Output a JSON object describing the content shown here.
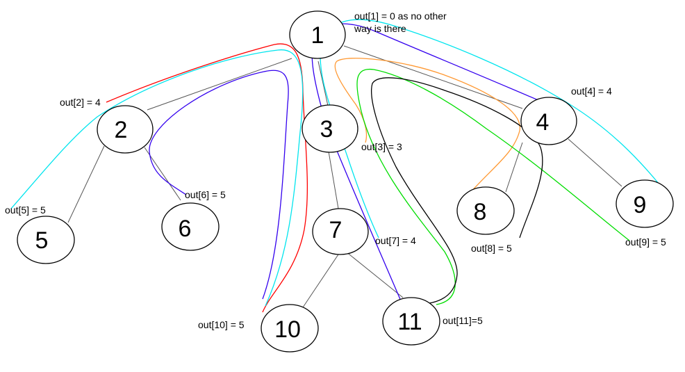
{
  "nodes": [
    {
      "id": "1",
      "label": "1"
    },
    {
      "id": "2",
      "label": "2"
    },
    {
      "id": "3",
      "label": "3"
    },
    {
      "id": "4",
      "label": "4"
    },
    {
      "id": "5",
      "label": "5"
    },
    {
      "id": "6",
      "label": "6"
    },
    {
      "id": "7",
      "label": "7"
    },
    {
      "id": "8",
      "label": "8"
    },
    {
      "id": "9",
      "label": "9"
    },
    {
      "id": "10",
      "label": "10"
    },
    {
      "id": "11",
      "label": "11"
    }
  ],
  "edges": [
    {
      "from": "1",
      "to": "2"
    },
    {
      "from": "1",
      "to": "3"
    },
    {
      "from": "1",
      "to": "4"
    },
    {
      "from": "2",
      "to": "5"
    },
    {
      "from": "2",
      "to": "6"
    },
    {
      "from": "3",
      "to": "7"
    },
    {
      "from": "4",
      "to": "8"
    },
    {
      "from": "4",
      "to": "9"
    },
    {
      "from": "7",
      "to": "10"
    },
    {
      "from": "7",
      "to": "11"
    }
  ],
  "annotations": {
    "out1_line1": "out[1] = 0 as no other",
    "out1_line2": "way is there",
    "out2": "out[2] = 4",
    "out3": "out[3] = 3",
    "out4": "out[4] = 4",
    "out5": "out[5] = 5",
    "out6": "out[6] = 5",
    "out7": "out[7] = 4",
    "out8": "out[8] = 5",
    "out9": "out[9] = 5",
    "out10": "out[10] = 5",
    "out11": "out[11]=5"
  },
  "path_colors": {
    "red": "#ff0000",
    "cyan": "#00e5ee",
    "blue": "#3300ee",
    "orange": "#ff9933",
    "green": "#00dd00",
    "black": "#000000"
  }
}
